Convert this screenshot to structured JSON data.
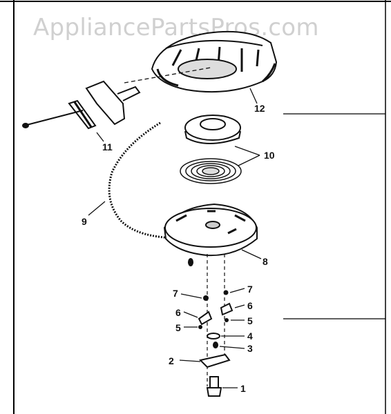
{
  "watermark": "AppliancePartsPros.com",
  "labels": {
    "p1": "1",
    "p2": "2",
    "p3": "3",
    "p4": "4",
    "p5a": "5",
    "p5b": "5",
    "p6a": "6",
    "p6b": "6",
    "p7a": "7",
    "p7b": "7",
    "p8": "8",
    "p9": "9",
    "p10": "10",
    "p11": "11",
    "p12": "12"
  }
}
